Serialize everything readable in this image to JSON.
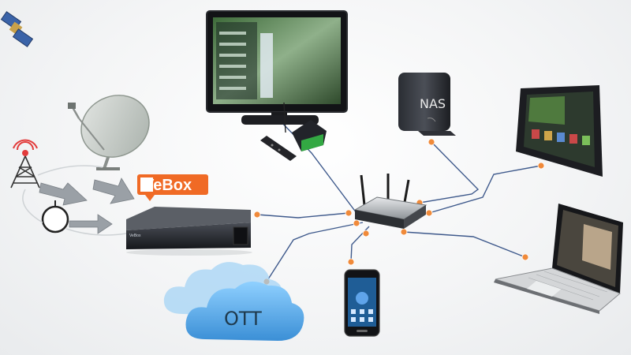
{
  "labels": {
    "vebox_brand": "VeBox",
    "nas": "NAS",
    "ott": "OTT",
    "stb_front": "VeBox"
  },
  "colors": {
    "cable": "#3f5a8c",
    "port": "#f08a3a",
    "brand_orange": "#f06a25",
    "cloud": "#5aa9e6",
    "arrow_gray": "#9aa0a6"
  },
  "icons": {
    "satellite": "satellite-icon",
    "dish": "satellite-dish-icon",
    "antenna": "broadcast-antenna-icon",
    "cable_coil": "cable-coil-icon"
  }
}
